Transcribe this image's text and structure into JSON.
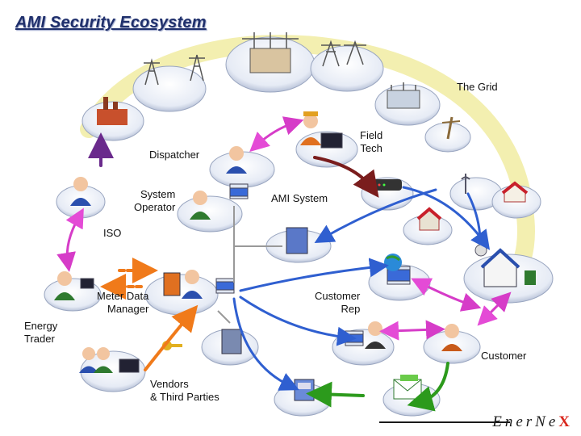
{
  "title": "AMI Security Ecosystem",
  "labels": {
    "grid": "The Grid",
    "field_tech": "Field\nTech",
    "dispatcher": "Dispatcher",
    "system_operator": "System\nOperator",
    "ami_system": "AMI System",
    "iso": "ISO",
    "meter_data_manager": "Meter Data\nManager",
    "customer_rep": "Customer\nRep",
    "energy_trader": "Energy\nTrader",
    "customer": "Customer",
    "vendors": "Vendors\n& Third Parties"
  },
  "logo": {
    "text": "EnerNe",
    "accent": "X"
  },
  "colors": {
    "ring": "#f3efb0",
    "purple": "#6a2a8c",
    "magenta": "#d63cc8",
    "blue": "#2f5fd0",
    "maroon": "#7a1d1d",
    "orange": "#f07a1a",
    "green": "#2c9a1c",
    "pink_arrow": "#e44bd6"
  }
}
